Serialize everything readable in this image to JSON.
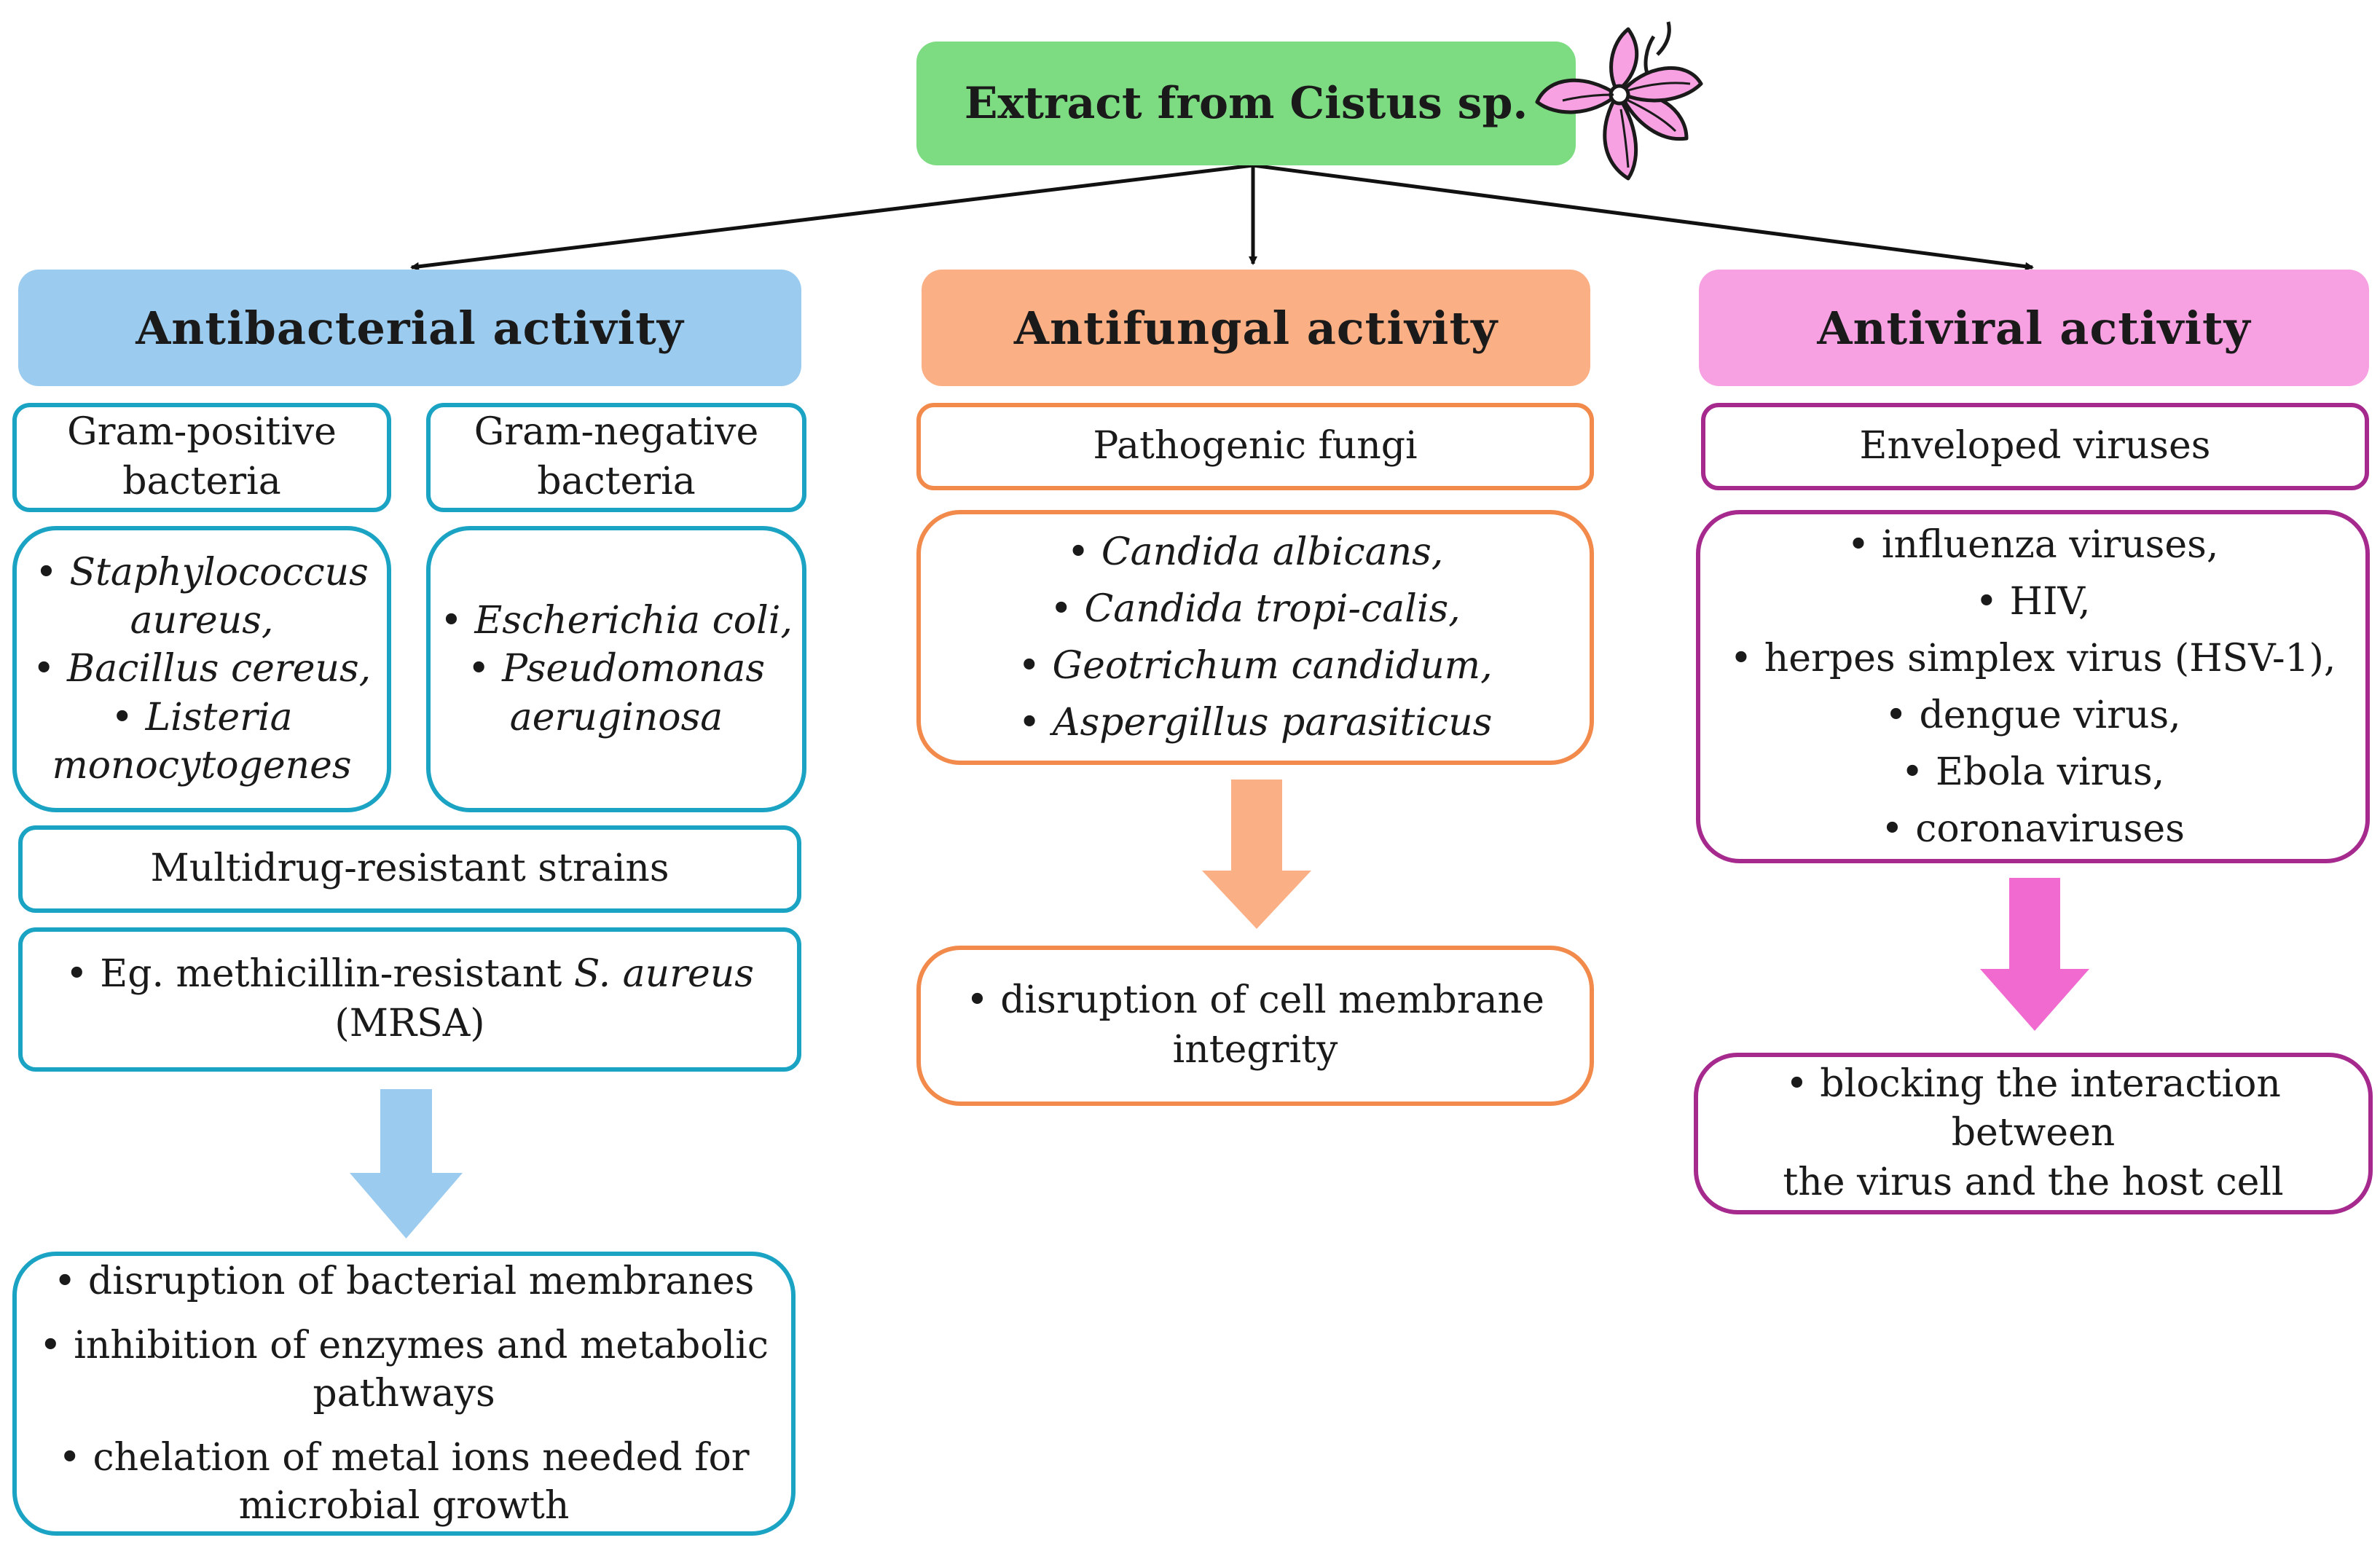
{
  "title": "Extract from Cistus sp.",
  "categories": {
    "antibacterial": {
      "header": "Antibacterial activity",
      "gram_positive": {
        "label_line1": "Gram-positive",
        "label_line2": "bacteria",
        "items": [
          "• Staphylococcus",
          "aureus,",
          "• Bacillus cereus,",
          "• Listeria",
          "monocytogenes"
        ]
      },
      "gram_negative": {
        "label_line1": "Gram-negative",
        "label_line2": "bacteria",
        "items": [
          "• Escherichia coli,",
          "• Pseudomonas",
          "aeruginosa"
        ]
      },
      "mdr": {
        "label": "Multidrug-resistant strains",
        "example_prefix": "•  Eg. methicillin-resistant ",
        "example_italic": "S. aureus",
        "example_suffix": "(MRSA)"
      },
      "mechanisms": [
        "•  disruption of bacterial membranes",
        "•  inhibition of enzymes and metabolic",
        "pathways",
        "•  chelation of metal ions needed for",
        "microbial growth"
      ]
    },
    "antifungal": {
      "header": "Antifungal activity",
      "group_label": "Pathogenic fungi",
      "items": [
        "• Candida albicans,",
        "• Candida tropi-calis,",
        "• Geotrichum candidum,",
        "• Aspergillus parasiticus"
      ],
      "mechanism_line1": "•  disruption of cell membrane",
      "mechanism_line2": "integrity"
    },
    "antiviral": {
      "header": "Antiviral activity",
      "group_label": "Enveloped viruses",
      "items": [
        "• influenza viruses,",
        "• HIV,",
        "• herpes simplex virus (HSV-1),",
        "• dengue virus,",
        "• Ebola virus,",
        "• coronaviruses"
      ],
      "mechanism_line1": "•  blocking the interaction between",
      "mechanism_line2": "the virus and the host cell"
    }
  },
  "colors": {
    "title_fill": "#7ddc82",
    "antibacterial_fill": "#9bcbee",
    "antibacterial_border": "#1ba3c4",
    "antifungal_fill": "#fbaf85",
    "antifungal_border": "#f28a4b",
    "antiviral_fill": "#f7a0e2",
    "antiviral_border": "#a6298e",
    "flower_fill": "#f7a0e2"
  }
}
